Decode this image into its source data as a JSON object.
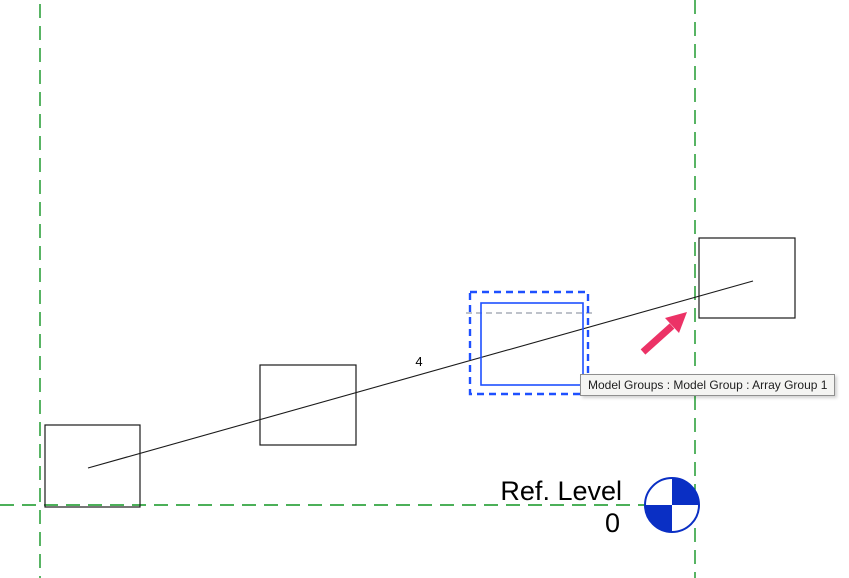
{
  "view": {
    "background_color": "#ffffff",
    "level": {
      "name": "Ref. Level",
      "elevation": "0"
    },
    "array": {
      "count_label": "4"
    }
  },
  "tooltip": {
    "text": "Model Groups : Model Group : Array Group 1"
  },
  "colors": {
    "reference_plane_green": "#119522",
    "model_line_black": "#1a1a1a",
    "selection_blue": "#1e50ff",
    "origin_axis_gray": "#7d8696",
    "level_blue": "#0a2fc4",
    "pointer_pink": "#ec3266",
    "text_black": "#000000",
    "tooltip_background": "#f4f4f2",
    "tooltip_border": "#8f8f8f"
  }
}
